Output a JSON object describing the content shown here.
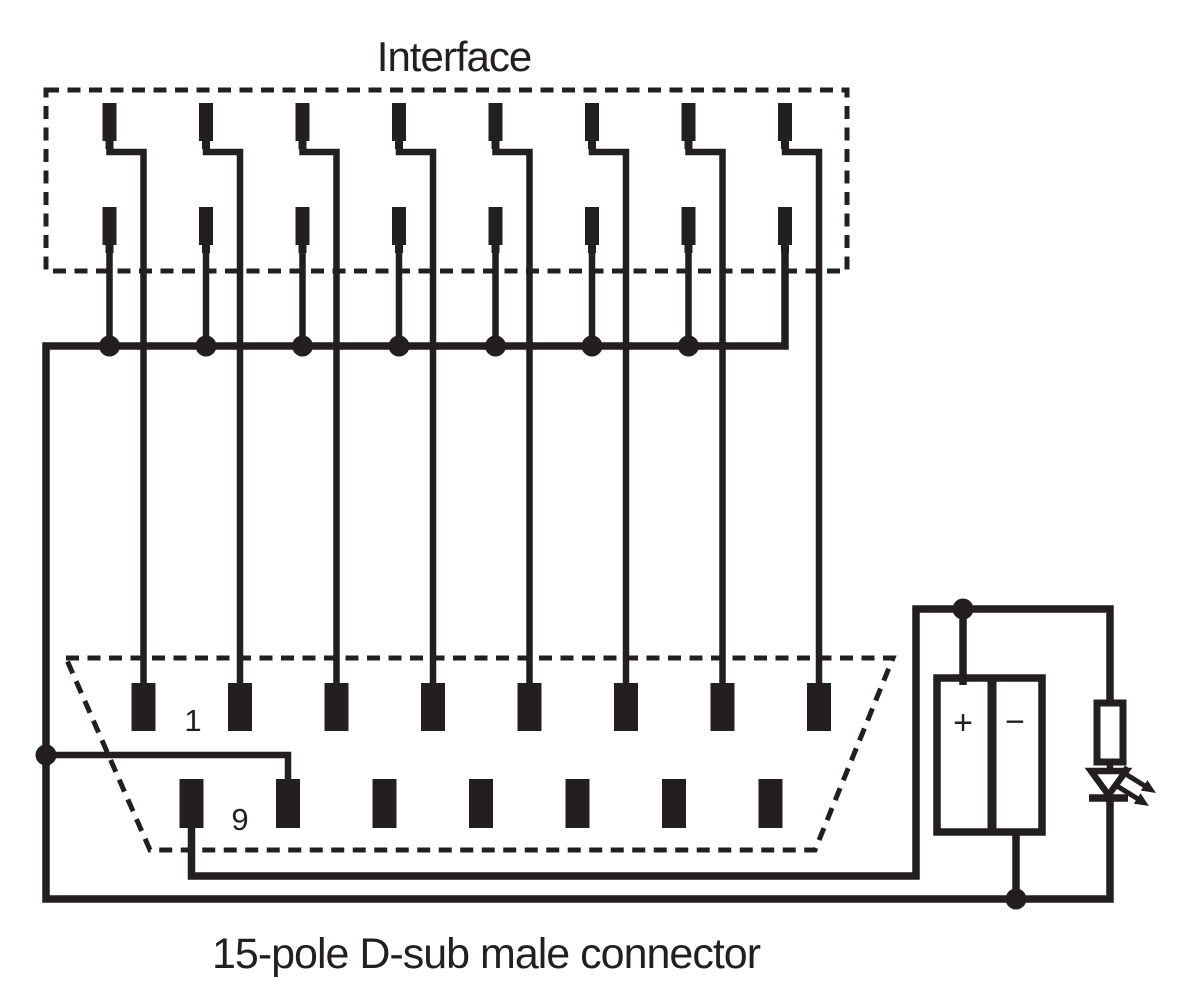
{
  "diagram": {
    "title": "Interface",
    "caption": "15-pole D-sub male connector",
    "interface": {
      "switch_count": 8
    },
    "connector": {
      "pin1_label": "1",
      "pin9_label": "9",
      "top_pin_count": 8,
      "bottom_pin_count": 7
    },
    "bus": {
      "junction_dot_count": 7
    },
    "battery": {
      "plus_label": "+",
      "minus_label": "−"
    },
    "colors": {
      "ink": "#231f20",
      "background": "#ffffff"
    }
  }
}
